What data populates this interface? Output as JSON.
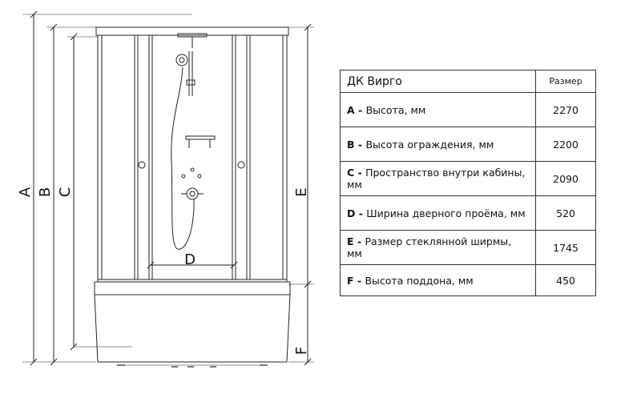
{
  "table": {
    "title": "ДК Вирго",
    "size_header": "Размер",
    "rows": [
      {
        "code": "A",
        "sep": " - ",
        "label": "Высота, мм",
        "value": "2270"
      },
      {
        "code": "B",
        "sep": " - ",
        "label": "Высота ограждения, мм",
        "value": "2200"
      },
      {
        "code": "C",
        "sep": " - ",
        "label": "Пространство внутри кабины, мм",
        "value": "2090"
      },
      {
        "code": "D",
        "sep": " - ",
        "label": "Ширина дверного проёма, мм",
        "value": "520"
      },
      {
        "code": "E",
        "sep": " - ",
        "label": "Размер стеклянной ширмы, мм",
        "value": "1745"
      },
      {
        "code": "F",
        "sep": " - ",
        "label": "Высота поддона, мм",
        "value": "450"
      }
    ]
  },
  "drawing": {
    "letters": {
      "a": "A",
      "b": "B",
      "c": "C",
      "d": "D",
      "e": "E",
      "f": "F"
    }
  }
}
